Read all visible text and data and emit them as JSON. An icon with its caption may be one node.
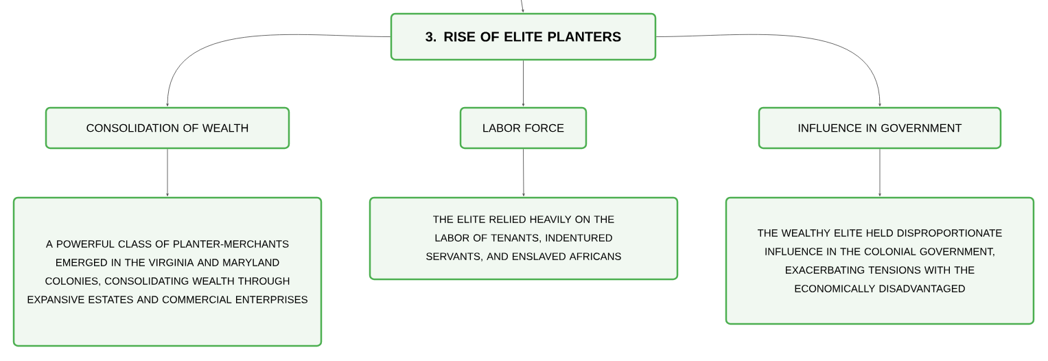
{
  "diagram": {
    "nodes": [
      {
        "text": [
          "3. RISE OF ELITE PLANTERS"
        ]
      },
      {
        "text": [
          "CONSOLIDATION OF WEALTH"
        ]
      },
      {
        "text": [
          "LABOR FORCE"
        ]
      },
      {
        "text": [
          "INFLUENCE IN GOVERNMENT"
        ]
      },
      {
        "text": [
          "A POWERFUL CLASS OF PLANTER-MERCHANTS EMERGED IN THE VIRGINIA AND MARYLAND COLONIES, CONSOLIDATING WEALTH THROUGH EXPANSIVE ESTATES AND COMMERCIAL ENTERPRISES"
        ]
      },
      {
        "text": [
          "THE ELITE RELIED HEAVILY ON THE LABOR OF TENANTS, INDENTURED SERVANTS, AND ENSLAVED AFRICANS"
        ]
      },
      {
        "text": [
          "THE WEALTHY ELITE HELD DISPROPORTIONATE INFLUENCE IN THE COLONIAL GOVERNMENT, EXACERBATING TENSIONS WITH THE ECONOMICALLY DISADVANTAGED"
        ]
      }
    ],
    "edges": [
      {
        "from": null,
        "to": 0,
        "arrow": "to"
      },
      {
        "from": 0,
        "to": 1,
        "arrow": "to"
      },
      {
        "from": 0,
        "to": 2,
        "arrow": "to"
      },
      {
        "from": 0,
        "to": 3,
        "arrow": "to"
      },
      {
        "from": 1,
        "to": 4,
        "arrow": "to"
      },
      {
        "from": 2,
        "to": 5,
        "arrow": "to"
      },
      {
        "from": 3,
        "to": 6,
        "arrow": "to"
      }
    ]
  }
}
